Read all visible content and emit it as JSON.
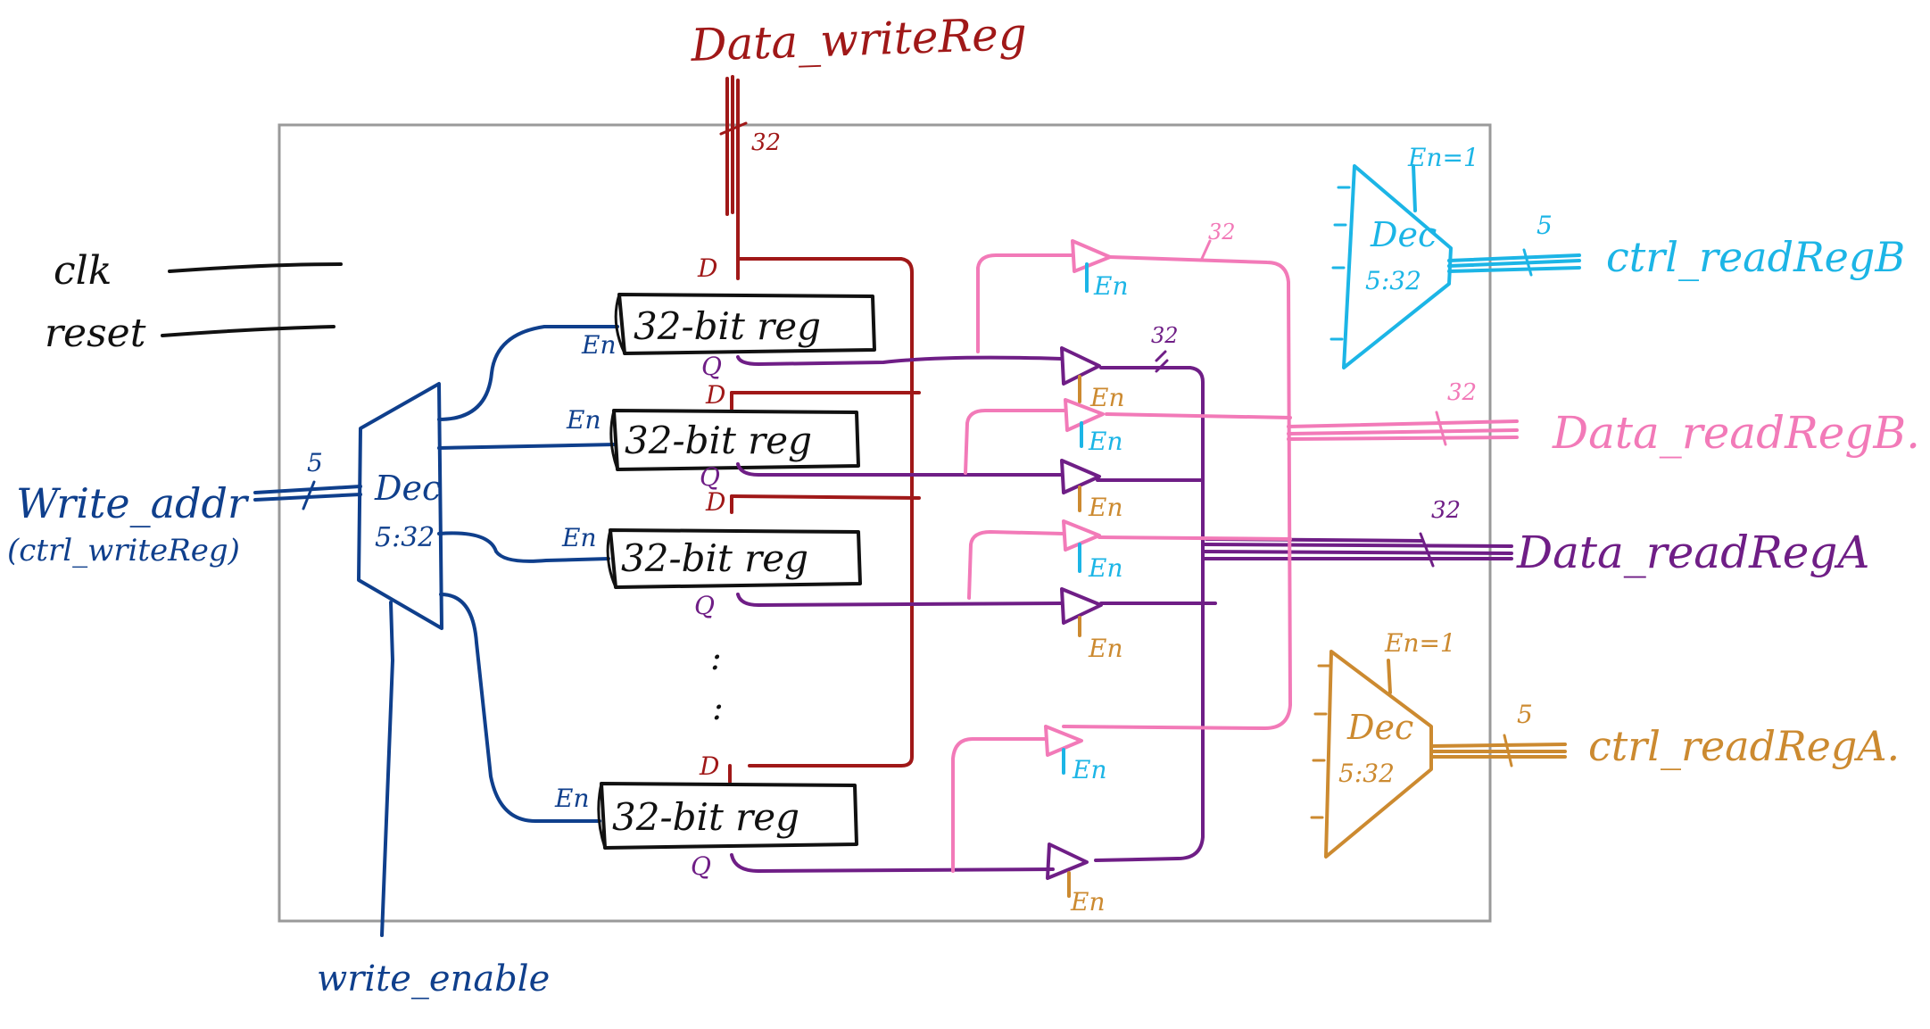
{
  "colors": {
    "write_path": "#a01818",
    "write_control": "#0f3f8c",
    "read_b": "#f27ab8",
    "read_a": "#6f1e86",
    "read_b_ctrl": "#1cb5e6",
    "read_a_ctrl": "#cc8a30",
    "frame": "#9a9a9a"
  },
  "inputs": {
    "data_write": "Data_writeReg",
    "data_write_width": "32",
    "clk": "clk",
    "reset": "reset",
    "write_addr": "Write_addr",
    "write_addr_note": "(ctrl_writeReg)",
    "write_addr_width": "5",
    "write_enable": "write_enable"
  },
  "write_decoder": {
    "label": "Dec",
    "size": "5:32"
  },
  "registers": {
    "label": "32-bit reg",
    "enable": "En",
    "d_pin": "D",
    "q_pin": "Q",
    "ellipsis": ":"
  },
  "buffers": {
    "enable": "En"
  },
  "read_b_decoder": {
    "label": "Dec",
    "size": "5:32",
    "enable_note": "En=1"
  },
  "read_a_decoder": {
    "label": "Dec",
    "size": "5:32",
    "enable_note": "En=1"
  },
  "outputs": {
    "ctrl_b": "ctrl_readRegB",
    "ctrl_b_width": "5",
    "data_b": "Data_readRegB.",
    "data_b_width": "32",
    "data_a": "Data_readRegA",
    "data_a_width": "32",
    "ctrl_a": "ctrl_readRegA.",
    "ctrl_a_width": "5"
  },
  "bus_width_mid_pink": "32",
  "bus_width_mid_purple": "32"
}
